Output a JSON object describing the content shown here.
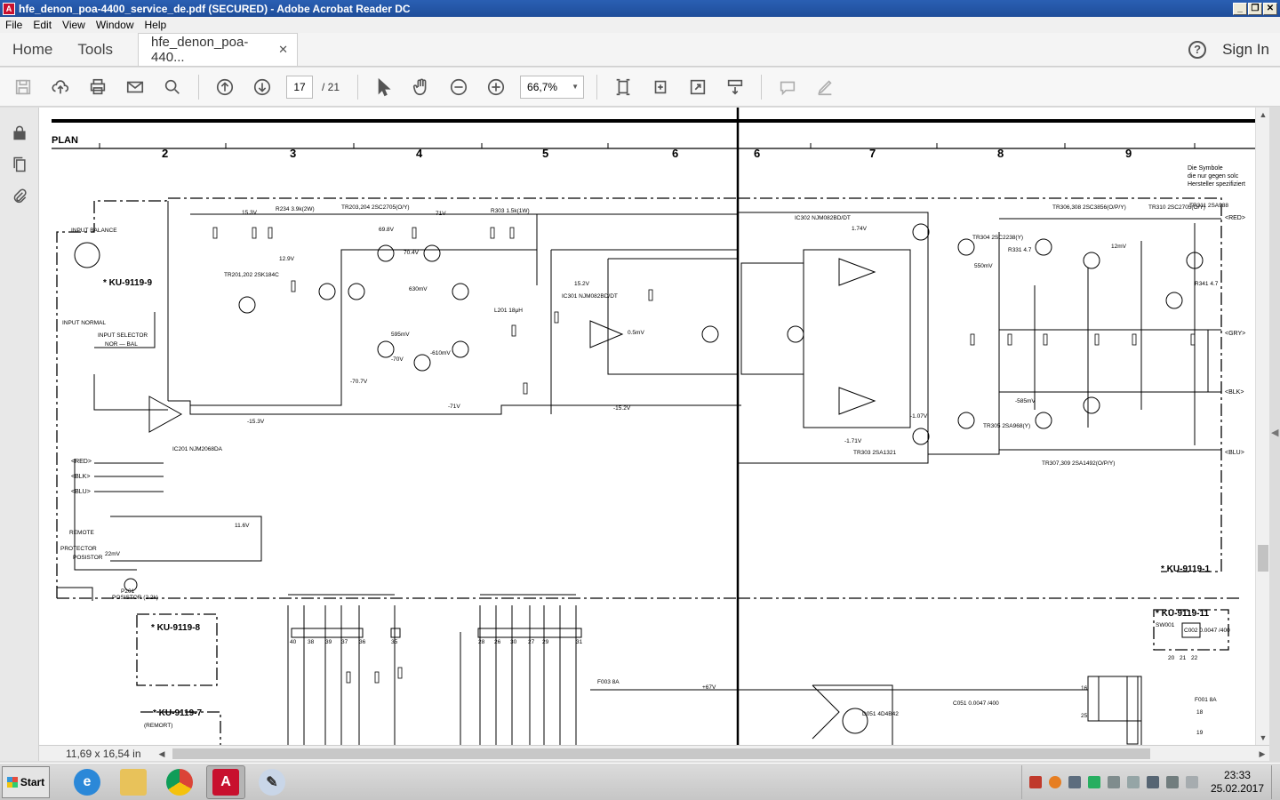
{
  "window": {
    "title": "hfe_denon_poa-4400_service_de.pdf (SECURED) - Adobe Acrobat Reader DC",
    "min_glyph": "_",
    "max_glyph": "❐",
    "close_glyph": "✕"
  },
  "menu": [
    "File",
    "Edit",
    "View",
    "Window",
    "Help"
  ],
  "tabs": {
    "home": "Home",
    "tools": "Tools",
    "document": "hfe_denon_poa-440...",
    "close_glyph": "✕",
    "help_glyph": "?",
    "sign_in": "Sign In"
  },
  "toolbar": {
    "page_current": "17",
    "page_total": "/ 21",
    "zoom": "66,7%",
    "zoom_caret": "▼"
  },
  "schematic": {
    "plan_label": "PLAN",
    "col_numbers_left": [
      "2",
      "3",
      "4",
      "5",
      "6"
    ],
    "col_numbers_right": [
      "6",
      "7",
      "8",
      "9"
    ],
    "symbol_note": [
      "Die Symbole",
      "die nur gegen solc",
      "Hersteller spezifiziert"
    ],
    "boards": [
      "KU-9119-9",
      "KU-9119-1",
      "KU-9119-8",
      "KU-9119-7",
      "KU-9119-11"
    ],
    "wire_tags": [
      "RED",
      "BLK",
      "BLU",
      "GRY"
    ],
    "input_labels": [
      "INPUT BALANCE",
      "INPUT NORMAL",
      "INPUT SELECTOR",
      "NOR — BAL"
    ],
    "lower_left_labels": [
      "REMOTE",
      "PROTECTOR",
      "POSISTOR",
      "P201",
      "POSISTOR (2.2k)",
      "(REMORT)"
    ],
    "part_labels": [
      "IC201 NJM2068DA",
      "IC301 NJM082BD/DT",
      "IC302 NJM082BD/DT",
      "TR201,202 2SK184C",
      "TR203,204 2SC2705(O/Y)",
      "TR303 2SA1321",
      "TR304 2SC2238(Y)",
      "TR306,308 2SC3856(O/P/Y)",
      "TR310 2SC2705(O/Y)",
      "TR311 2SA988",
      "TR307,309 2SA1492(O/P/Y)",
      "TR305 2SA968(Y)",
      "R234 3.9k(2W)",
      "R303 1.5k(1W)",
      "R331 4.7",
      "R341 4.7",
      "L201 18μH",
      "F003 8A",
      "F001 8A",
      "D051 4D4B42",
      "C051 0.0047 /400",
      "C002 0.0047 /400",
      "SW001"
    ],
    "voltages": [
      "15.3V",
      "12.9V",
      "69.8V",
      "71V",
      "-71V",
      "-15.3V",
      "15.2V",
      "-15.2V",
      "1.74V",
      "-1.71V",
      "-1.07V",
      "-585mV",
      "550mV",
      "12mV",
      "+67V",
      "11.6V",
      "22mV",
      "70.4V",
      "-70.7V",
      "-70V",
      "-610mV",
      "630mV",
      "595mV",
      "0.5mV"
    ],
    "connector_pins": [
      "40",
      "38",
      "39",
      "37",
      "36",
      "35",
      "28",
      "26",
      "30",
      "27",
      "29",
      "31",
      "16",
      "25",
      "20",
      "21",
      "22",
      "18",
      "19"
    ]
  },
  "status": {
    "page_size": "11,69 x 16,54 in"
  },
  "taskbar": {
    "start": "Start",
    "time": "23:33",
    "date": "25.02.2017"
  },
  "colors": {
    "title_bar": "#1f4e9a",
    "acrobat_red": "#c8102e"
  }
}
